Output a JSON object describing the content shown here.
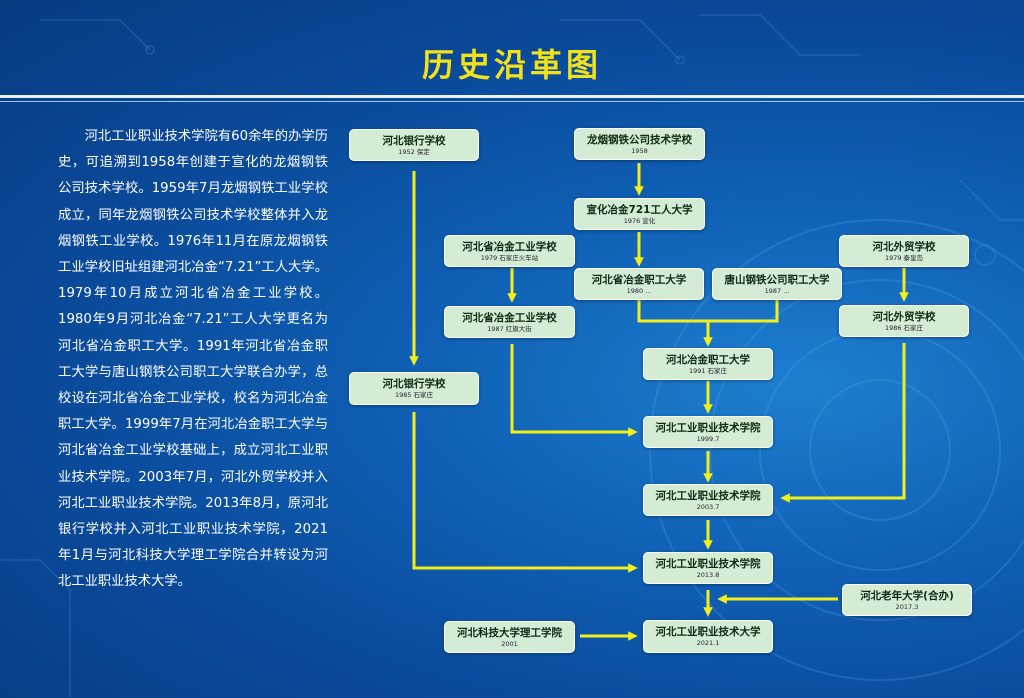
{
  "title": "历史沿革图",
  "intro": "河北工业职业技术学院有60余年的办学历史，可追溯到1958年创建于宣化的龙烟钢铁公司技术学校。1959年7月龙烟钢铁工业学校成立，同年龙烟钢铁公司技术学校整体并入龙烟钢铁工业学校。1976年11月在原龙烟钢铁工业学校旧址组建河北冶金“7.21”工人大学。1979年10月成立河北省冶金工业学校。1980年9月河北冶金“7.21”工人大学更名为河北省冶金职工大学。1991年河北省冶金职工大学与唐山钢铁公司职工大学联合办学，总校设在河北省冶金工业学校，校名为河北冶金职工大学。1999年7月在河北冶金职工大学与河北省冶金工业学校基础上，成立河北工业职业技术学院。2003年7月，河北外贸学校并入河北工业职业技术学院。2013年8月，原河北银行学校并入河北工业职业技术学院，2021年1月与河北科技大学理工学院合并转设为河北工业职业技术大学。",
  "nodes": {
    "bank1952": {
      "name": "河北银行学校",
      "sub": "1952 保定"
    },
    "longyan1958": {
      "name": "龙烟钢铁公司技术学校",
      "sub": "1958"
    },
    "xuanhua1976": {
      "name": "宣化冶金721工人大学",
      "sub": "1976 宣化"
    },
    "metal1979": {
      "name": "河北省冶金工业学校",
      "sub": "1979 石家庄火车站"
    },
    "metalstaff1980": {
      "name": "河北省冶金职工大学",
      "sub": "1980 ..."
    },
    "tangshan1987": {
      "name": "唐山钢铁公司职工大学",
      "sub": "1987 ..."
    },
    "trade1979": {
      "name": "河北外贸学校",
      "sub": "1979 秦皇岛"
    },
    "metal1987": {
      "name": "河北省冶金工业学校",
      "sub": "1987 红旗大街"
    },
    "trade1986": {
      "name": "河北外贸学校",
      "sub": "1986 石家庄"
    },
    "metalstaff1991": {
      "name": "河北冶金职工大学",
      "sub": "1991 石家庄"
    },
    "bank1985": {
      "name": "河北银行学校",
      "sub": "1985 石家庄"
    },
    "hbvtc1999": {
      "name": "河北工业职业技术学院",
      "sub": "1999.7"
    },
    "hbvtc2003": {
      "name": "河北工业职业技术学院",
      "sub": "2003.7"
    },
    "hbvtc2013": {
      "name": "河北工业职业技术学院",
      "sub": "2013.8"
    },
    "senior2017": {
      "name": "河北老年大学(合办)",
      "sub": "2017.3"
    },
    "hebust2001": {
      "name": "河北科技大学理工学院",
      "sub": "2001"
    },
    "hbvtu2021": {
      "name": "河北工业职业技术大学",
      "sub": "2021.1"
    }
  },
  "colors": {
    "title": "#f3e21a",
    "node_fill": "#d4ecd4",
    "arrow": "#f2ee1c"
  }
}
